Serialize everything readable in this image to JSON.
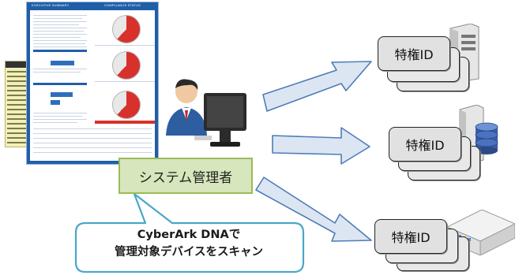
{
  "report": {
    "title_left": "EXECUTIVE SUMMARY",
    "title_right": "COMPLIANCE STATUS"
  },
  "admin_label": "システム管理者",
  "callout": {
    "line1": "CyberArk DNAで",
    "line2": "管理対象デバイスをスキャン"
  },
  "targets": [
    {
      "id_label": "特権ID",
      "device": "server"
    },
    {
      "id_label": "特権ID",
      "device": "database-server"
    },
    {
      "id_label": "特権ID",
      "device": "network-appliance"
    }
  ],
  "colors": {
    "arrow_fill": "#dce6f2",
    "arrow_stroke": "#4f7cb8",
    "callout_stroke": "#4aa6c8",
    "admin_fill": "#d7e6bc",
    "admin_stroke": "#9bbb59",
    "report_header": "#1f5fa8",
    "pie_red": "#d8312b"
  }
}
